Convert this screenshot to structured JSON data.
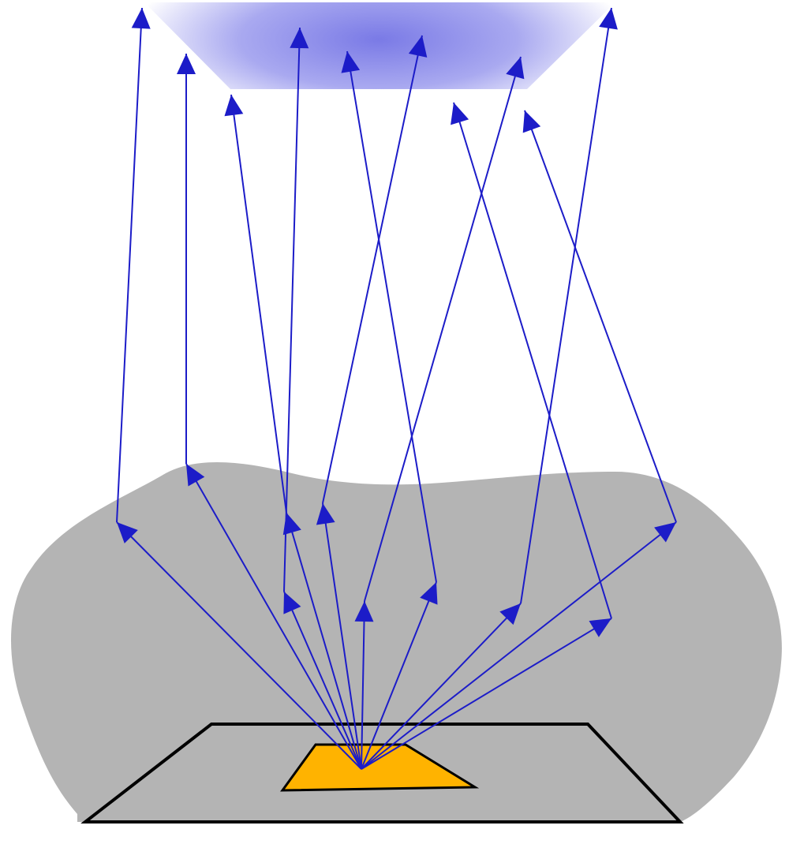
{
  "colors": {
    "background": "#ffffff",
    "blob_fill": "#b4b4b4",
    "floor_fill": "#b4b4b4",
    "floor_stroke": "#000000",
    "source_fill": "#ffb300",
    "source_stroke": "#000000",
    "ray_color": "#1c1cc8",
    "sky_patch_center": "#7a7ae6",
    "sky_patch_edge": "#ffffff"
  },
  "elements": {
    "sky_patch": "sky-patch",
    "surroundings": "gray-surroundings-blob",
    "floor": "floor-plane",
    "source": "emitting-patch",
    "rays": "ray-arrows"
  }
}
